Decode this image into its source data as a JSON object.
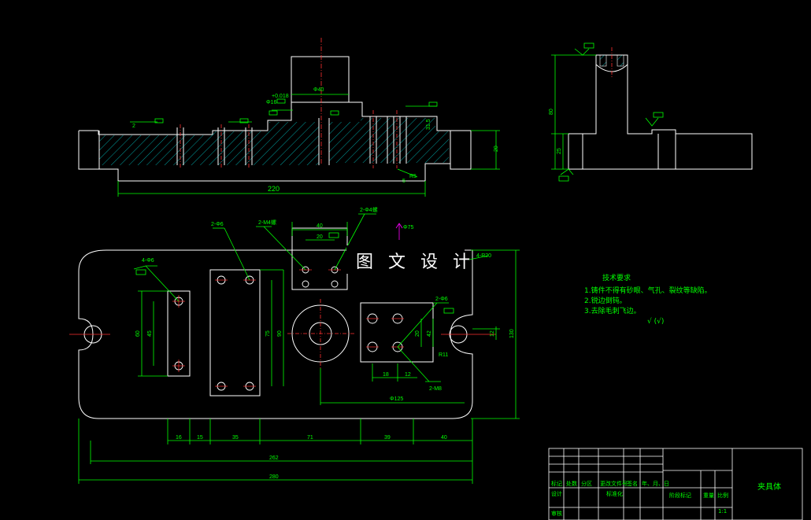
{
  "watermark": "图 文 设 计",
  "section_view": {
    "dims": {
      "d40": "Φ40",
      "d16": "Φ16",
      "tol": "+0.018",
      "h20": "20",
      "len220": "220",
      "r5": "R5",
      "five": "5",
      "w31": "31.5",
      "two": "2"
    }
  },
  "side_view": {
    "dims": {
      "h80": "80",
      "h25": "25"
    }
  },
  "plan_view": {
    "dims": {
      "d4": "4-Φ6",
      "d2a": "2-Φ6",
      "d2b": "2-M4螺",
      "d2c": "2-Φ4螺",
      "d75": "Φ75",
      "d20": "4-R20",
      "d2d": "2-Φ6",
      "d2e": "2-M8",
      "w40": "40",
      "w20": "20",
      "h130": "130",
      "h60": "60",
      "h45": "45",
      "h75": "75",
      "h90": "90",
      "h42": "42",
      "h20": "20",
      "h12": "12",
      "w18": "18",
      "w12": "12",
      "r11": "R11",
      "d125": "Φ125",
      "b16": "16",
      "b15": "15",
      "b35": "35",
      "b71": "71",
      "b39": "39",
      "b40": "40",
      "l262": "262",
      "l280": "280"
    }
  },
  "tech_req": {
    "title": "技术要求",
    "items": [
      "1.铸件不得有砂眼、气孔、裂纹等缺陷。",
      "2.锐边倒钝。",
      "3.去除毛刺飞边。"
    ],
    "symbol": "√ (√)"
  },
  "title_block": {
    "title": "夹具体",
    "scale": "1:1",
    "labels": [
      "标记",
      "处数",
      "分区",
      "更改文件号",
      "签名",
      "年、月、日",
      "设计",
      "标准化",
      "审核",
      "阶段标记",
      "重量",
      "比例"
    ]
  }
}
